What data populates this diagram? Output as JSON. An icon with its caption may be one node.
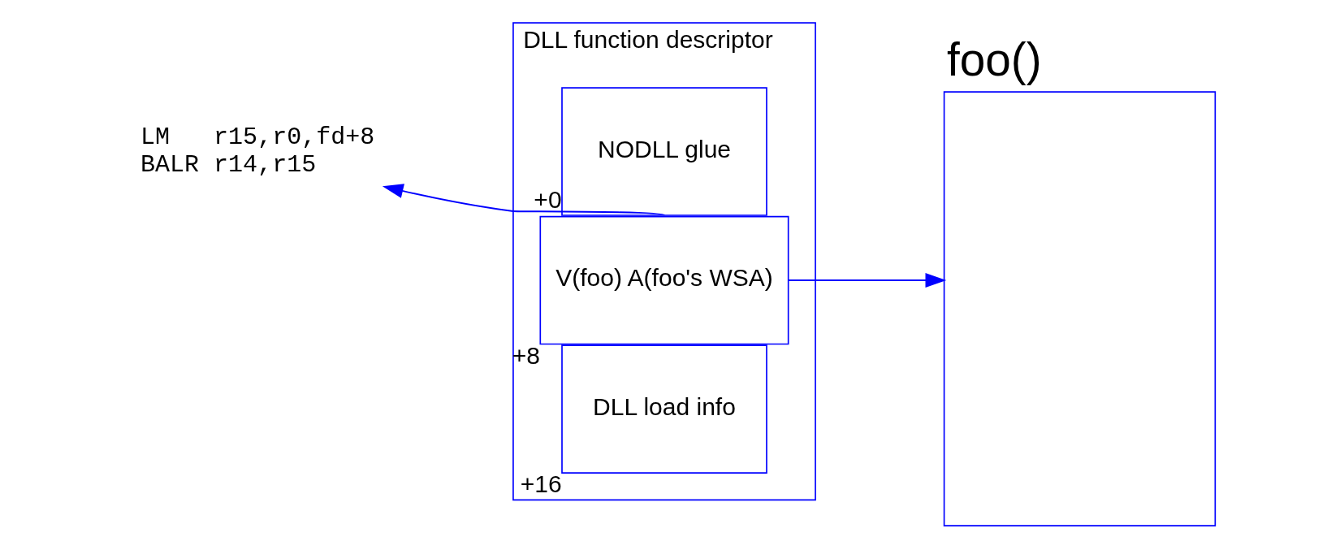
{
  "diagram": {
    "nodes": [
      {
        "text": [
          "DLL function descriptor"
        ]
      },
      {
        "text": [
          "NODLL glue"
        ],
        "in": 0,
        "beside": [
          "+0"
        ]
      },
      {
        "text": [
          "V(foo) A(foo's WSA)"
        ],
        "in": 0,
        "beside": [
          "+8"
        ]
      },
      {
        "text": [
          "DLL load info"
        ],
        "in": 0,
        "beside": [
          "+16"
        ]
      },
      {
        "text": [
          "LM   r15,r0,fd+8",
          "BALR r14,r15"
        ]
      },
      {
        "text": [
          "foo()"
        ]
      }
    ],
    "edges": [
      {
        "from": 2,
        "to": 4,
        "arrow": "to"
      },
      {
        "from": 2,
        "to": 5,
        "arrow": "to"
      }
    ]
  }
}
